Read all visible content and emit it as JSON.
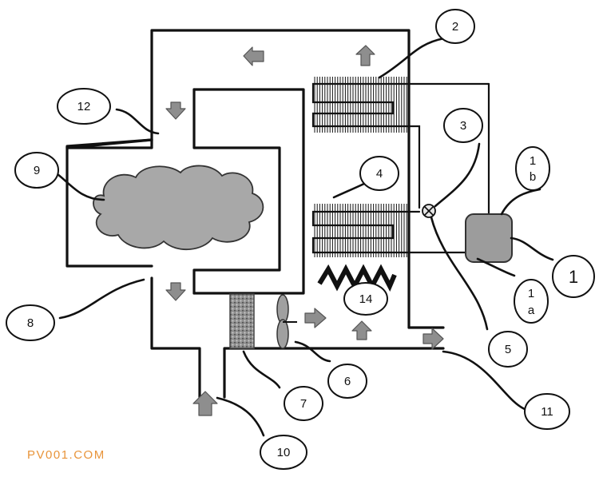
{
  "diagram": {
    "labels": {
      "l1": "1",
      "l1a_top": "1",
      "l1a_bottom": "a",
      "l1b_top": "1",
      "l1b_bottom": "b",
      "l2": "2",
      "l3": "3",
      "l4": "4",
      "l5": "5",
      "l6": "6",
      "l7": "7",
      "l8": "8",
      "l9": "9",
      "l10": "10",
      "l11": "11",
      "l12": "12",
      "l14": "14"
    },
    "watermark": "PV001.COM"
  },
  "colors": {
    "arrow_fill": "#8e8e8e",
    "cloud_fill": "#a8a8a8",
    "compressor_fill": "#9c9c9c",
    "filter_fill": "#8a8a8a",
    "watermark": "#e8943a"
  }
}
